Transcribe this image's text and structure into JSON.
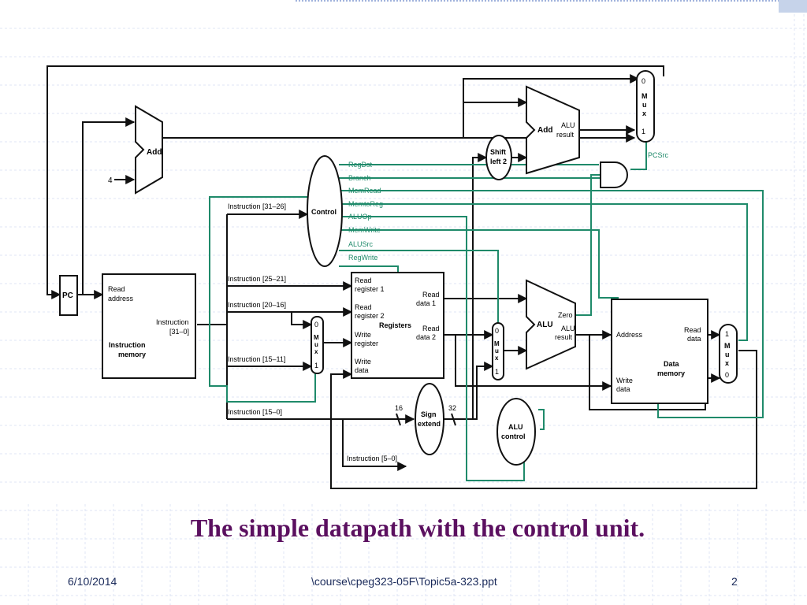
{
  "slide": {
    "caption": "The simple datapath with the control unit.",
    "footer": {
      "date": "6/10/2014",
      "path": "\\course\\cpeg323-05F\\Topic5a-323.ppt",
      "page": "2"
    }
  },
  "colors": {
    "caption": "#5b1060",
    "footer": "#1a2a5a",
    "control_lines": "#1f8a6a",
    "wires": "#111111",
    "grid": "#c6d3ea"
  },
  "diagram": {
    "add_pc": {
      "label": "Add",
      "const": "4"
    },
    "add_branch": {
      "label": "Add",
      "alu": "ALU",
      "result": "result"
    },
    "mux_top": {
      "in0": "0",
      "m": "M",
      "u": "u",
      "x": "x",
      "in1": "1"
    },
    "pcsrc": "PCSrc",
    "shift": {
      "line1": "Shift",
      "line2": "left 2"
    },
    "control": {
      "label": "Control",
      "signals": [
        "RegDst",
        "Branch",
        "MemRead",
        "MemtoReg",
        "ALUOp",
        "MemWrite",
        "ALUSrc",
        "RegWrite"
      ]
    },
    "pc": "PC",
    "imem": {
      "read": "Read",
      "address": "address",
      "instr": "Instruction",
      "bits": "[31–0]",
      "title1": "Instruction",
      "title2": "memory"
    },
    "fields": [
      "Instruction [31–26]",
      "Instruction [25–21]",
      "Instruction [20–16]",
      "Instruction [15–11]",
      "Instruction [15–0]",
      "Instruction [5–0]"
    ],
    "registers": {
      "title": "Registers",
      "rr1a": "Read",
      "rr1b": "register 1",
      "rr2a": "Read",
      "rr2b": "register 2",
      "wra": "Write",
      "wrb": "register",
      "wda": "Write",
      "wdb": "data",
      "rd1a": "Read",
      "rd1b": "data 1",
      "rd2a": "Read",
      "rd2b": "data 2"
    },
    "mux_reg": {
      "in0": "0",
      "in1": "1"
    },
    "mux_alu": {
      "in0": "0",
      "in1": "1"
    },
    "mux_mem": {
      "in0": "0",
      "in1": "1"
    },
    "alu": {
      "label": "ALU",
      "zero": "Zero",
      "result1": "ALU",
      "result2": "result"
    },
    "dmem": {
      "address": "Address",
      "rda": "Read",
      "rdb": "data",
      "wda": "Write",
      "wdb": "data",
      "title1": "Data",
      "title2": "memory"
    },
    "sign": {
      "line1": "Sign",
      "line2": "extend",
      "in_bits": "16",
      "out_bits": "32"
    },
    "aluctl": {
      "line1": "ALU",
      "line2": "control"
    }
  }
}
